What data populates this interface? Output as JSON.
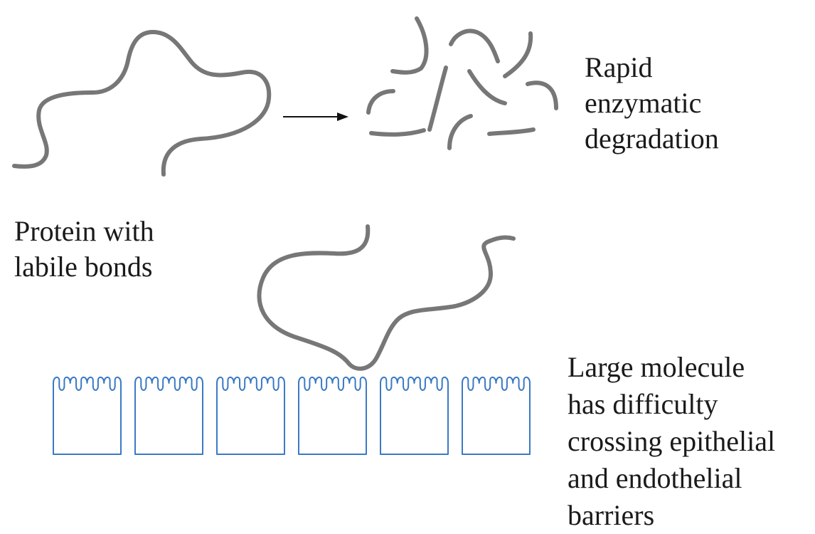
{
  "labels": {
    "degradation": [
      "Rapid",
      "enzymatic",
      "degradation"
    ],
    "protein": [
      "Protein with",
      "labile bonds"
    ],
    "barrier": [
      "Large molecule",
      "has difficulty",
      "crossing epithelial",
      "and endothelial",
      "barriers"
    ]
  },
  "colors": {
    "protein_strand": "#777777",
    "cell_outline": "#3a7ac4",
    "arrow": "#111111",
    "text": "#1a1a1a"
  },
  "epithelial_cell_count": 6
}
